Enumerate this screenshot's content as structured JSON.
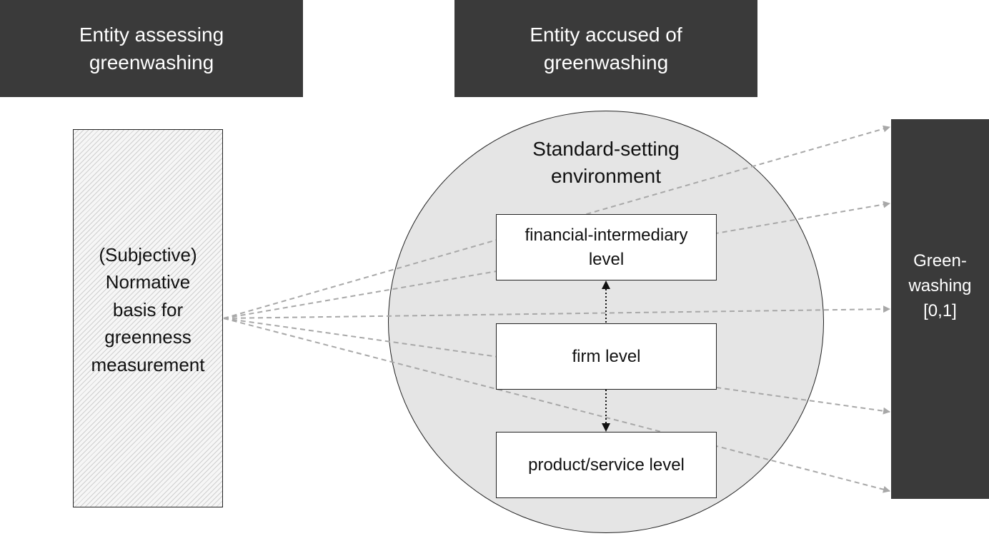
{
  "headers": {
    "assessing": "Entity assessing\ngreenwashing",
    "accused": "Entity accused of\ngreenwashing"
  },
  "normative_basis": {
    "label": "(Subjective)\nNormative\nbasis for\ngreenness\nmeasurement"
  },
  "environment": {
    "title": "Standard-setting\nenvironment"
  },
  "levels": {
    "financial": "financial-intermediary\nlevel",
    "firm": "firm level",
    "product": "product/service level"
  },
  "output": {
    "label": "Green-\nwashing\n[0,1]"
  },
  "colors": {
    "dark_panel": "#3a3a3a",
    "circle_fill": "#e5e5e5",
    "dashed_arrow": "#a8a8a8",
    "dotted_arrow": "#111111"
  }
}
